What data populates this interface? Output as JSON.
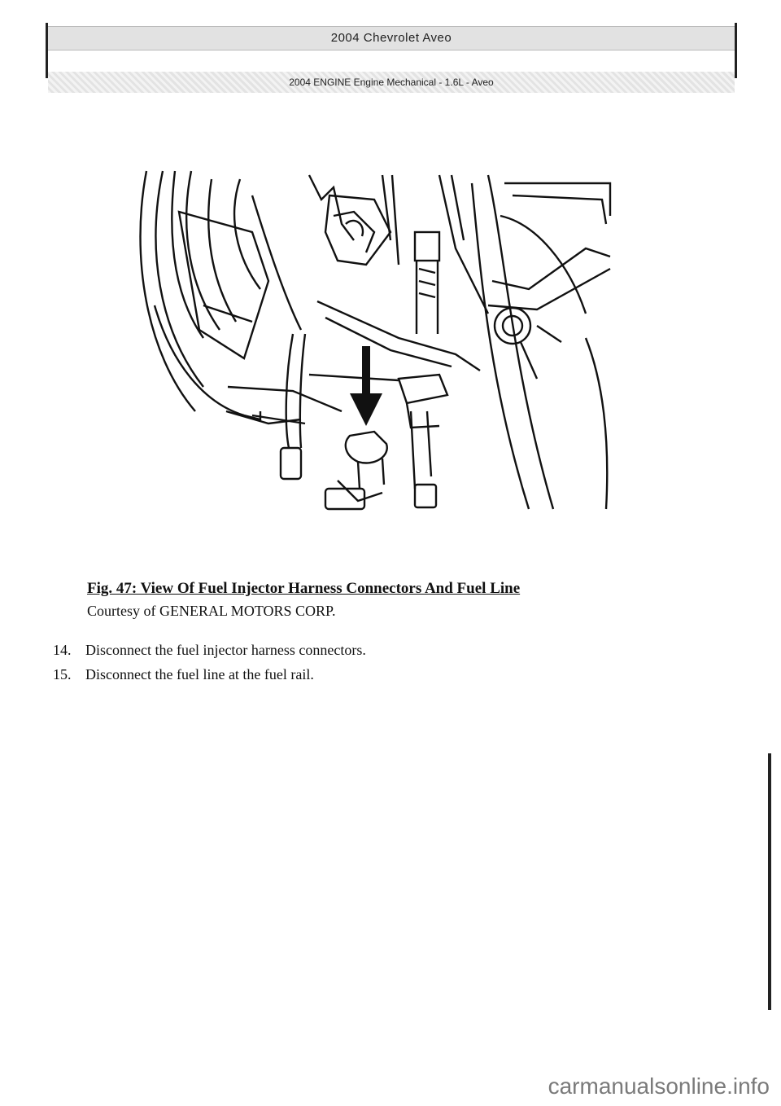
{
  "header": {
    "title": "2004 Chevrolet Aveo",
    "subtitle": "2004 ENGINE Engine Mechanical - 1.6L - Aveo"
  },
  "figure": {
    "caption": "Fig. 47: View Of Fuel Injector Harness Connectors And Fuel Line",
    "credit": "Courtesy of GENERAL MOTORS CORP."
  },
  "steps": [
    {
      "number": "14.",
      "text": "Disconnect the fuel injector harness connectors."
    },
    {
      "number": "15.",
      "text": "Disconnect the fuel line at the fuel rail."
    }
  ],
  "watermark": "carmanualsonline.info"
}
